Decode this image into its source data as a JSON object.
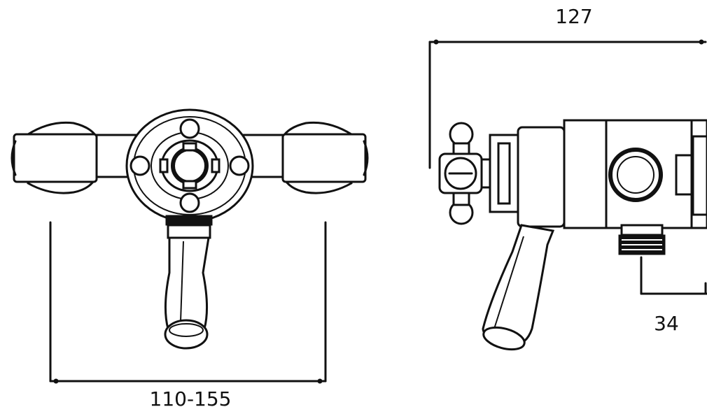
{
  "dimensions": {
    "front_width": "110-155",
    "side_length": "127",
    "outlet_offset": "34"
  }
}
